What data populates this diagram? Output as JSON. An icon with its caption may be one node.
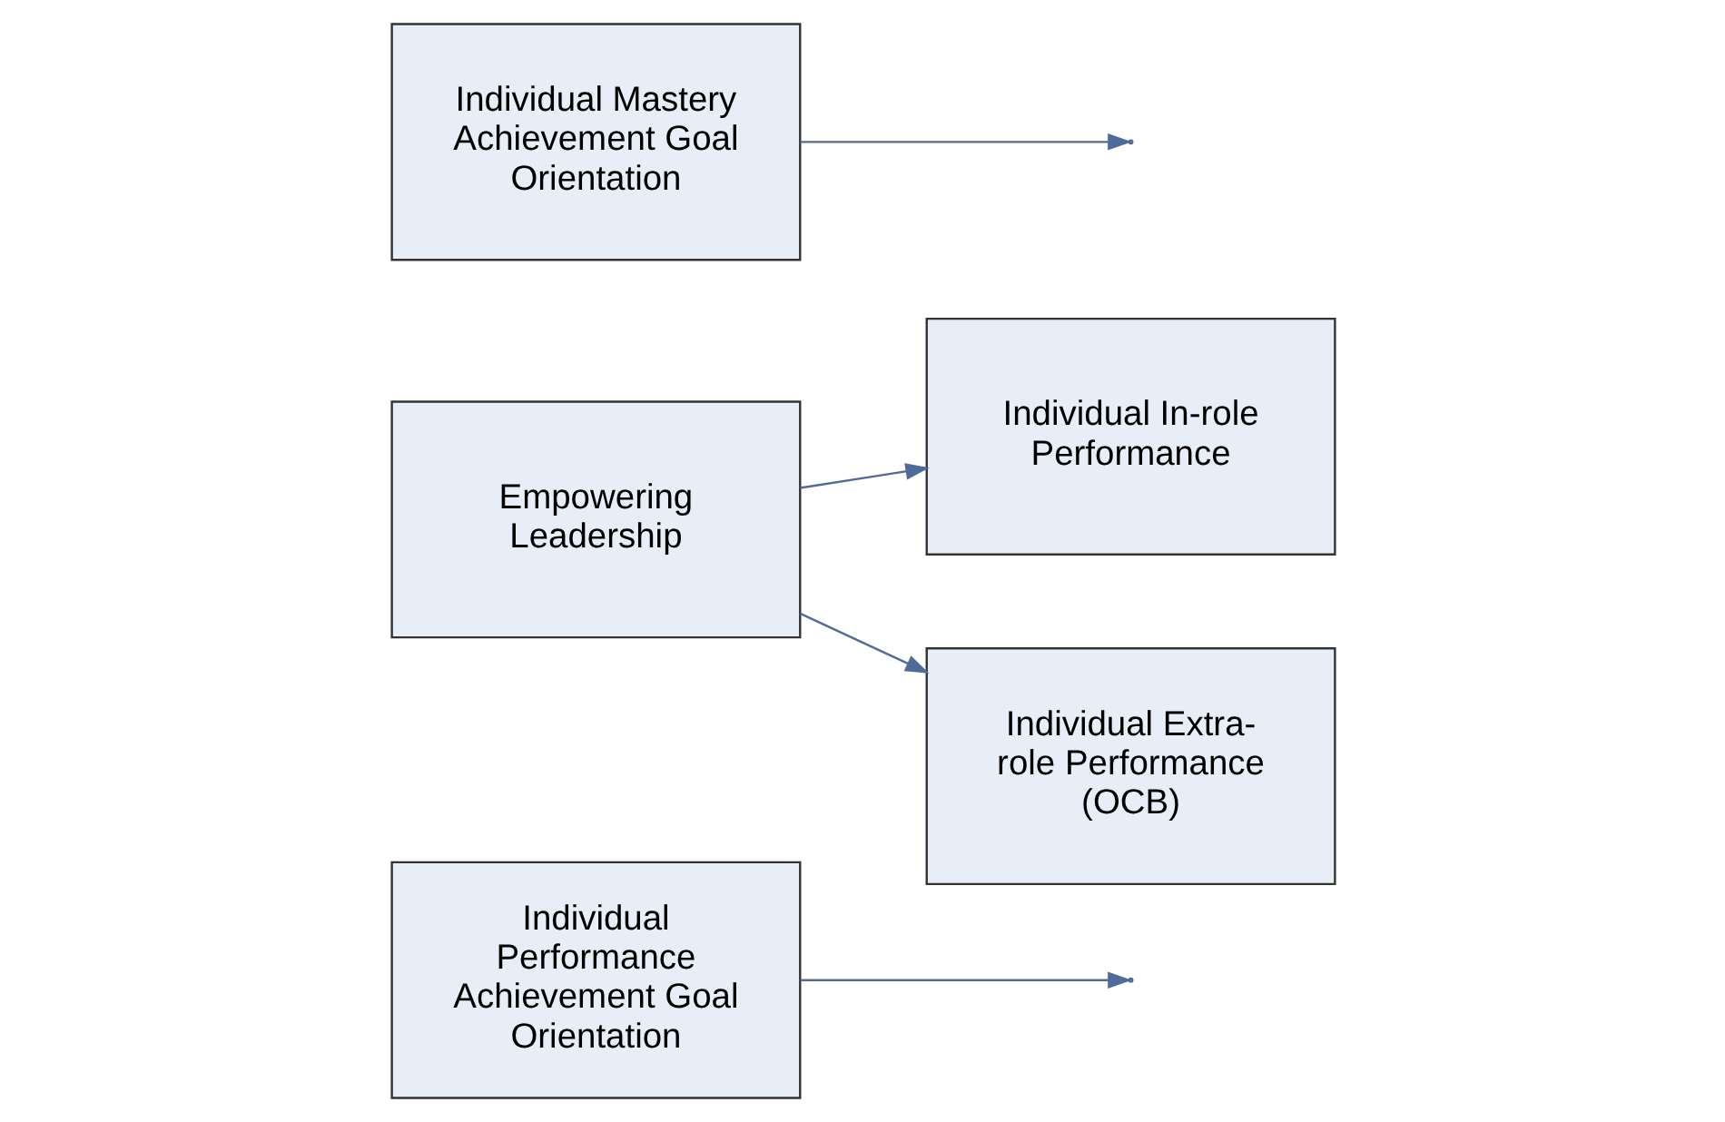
{
  "diagram": {
    "nodes": [
      {
        "text": [
          "Individual Performance Achievement Goal Orientation"
        ]
      },
      {
        "text": [
          "Empowering Leadership"
        ]
      },
      {
        "text": [
          "Individual In-role Performance"
        ]
      },
      {
        "text": [
          "Individual Extra-role Performance (OCB)"
        ]
      },
      {
        "text": [
          "Individual Mastery Achievement Goal Orientation"
        ]
      }
    ],
    "edges": [
      {
        "from": 1,
        "to": 2,
        "arrow": "to"
      },
      {
        "from": 1,
        "to": 3,
        "arrow": "to"
      },
      {
        "from": 0,
        "to": null,
        "arrow": "to"
      },
      {
        "from": 4,
        "to": null,
        "arrow": "to"
      }
    ]
  }
}
